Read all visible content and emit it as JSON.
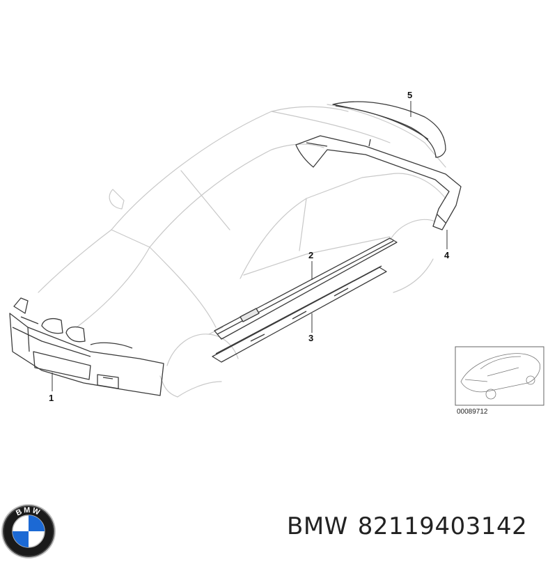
{
  "diagram": {
    "callouts": [
      "1",
      "2",
      "3",
      "4",
      "5"
    ],
    "thumbnail_reference": "00089712"
  },
  "caption": {
    "brand": "BMW",
    "part_number": "82119403142"
  },
  "logo": {
    "letters": "BMW",
    "colors": {
      "ring": "#1a1a1a",
      "blue": "#1c69d4",
      "white": "#ffffff"
    }
  },
  "colors": {
    "outline_light": "#c8c8c8",
    "outline_dark": "#3a3a3a"
  }
}
